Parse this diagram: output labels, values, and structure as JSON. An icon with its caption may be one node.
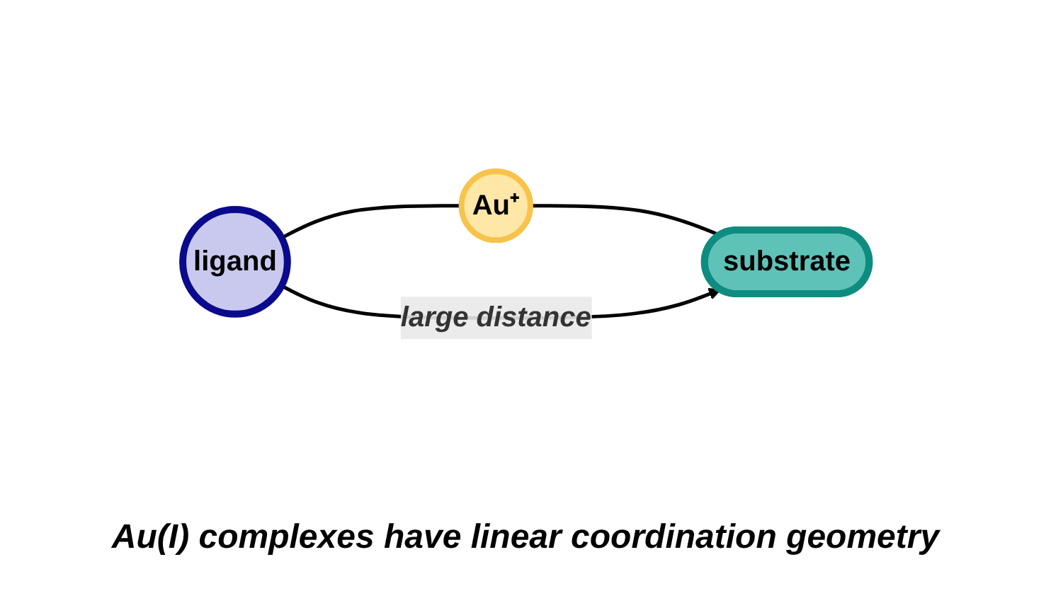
{
  "diagram": {
    "caption": "Au(I) complexes have linear coordination geometry",
    "nodes": [
      {
        "text": [
          "ligand"
        ]
      },
      {
        "text": [
          "Au⁺"
        ]
      },
      {
        "text": [
          "substrate"
        ]
      }
    ],
    "edges": [
      {
        "from": 0,
        "to": 1,
        "arrow": "none"
      },
      {
        "from": 1,
        "to": 2,
        "arrow": "none"
      },
      {
        "from": 0,
        "to": 2,
        "arrow": "to",
        "label": "large distance"
      }
    ]
  }
}
